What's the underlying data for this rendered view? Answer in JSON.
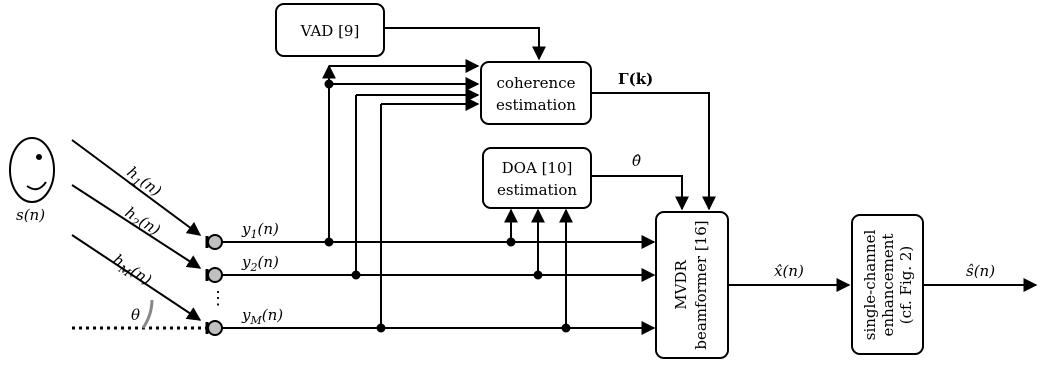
{
  "blocks": {
    "vad": "VAD [9]",
    "coherence_line1": "coherence",
    "coherence_line2": "estimation",
    "doa_line1": "DOA [10]",
    "doa_line2": "estimation",
    "mvdr_line1": "MVDR",
    "mvdr_line2": "beamformer [16]",
    "single_line1": "single-channel",
    "single_line2": "enhancement",
    "single_line3": "(cf. Fig. 2)"
  },
  "signals": {
    "source": "s(n)",
    "gamma": "Γ(k)",
    "theta_hat": "θ̂",
    "x_hat": "x̂(n)",
    "s_hat": "ŝ(n)",
    "theta": "θ",
    "dots": "⋮"
  },
  "channels": [
    {
      "h": "h",
      "h_sub": "1",
      "y": "y",
      "y_sub": "1"
    },
    {
      "h": "h",
      "h_sub": "2",
      "y": "y",
      "y_sub": "2"
    },
    {
      "h": "h",
      "h_sub": "M",
      "y": "y",
      "y_sub": "M"
    }
  ],
  "suffix": "(n)"
}
